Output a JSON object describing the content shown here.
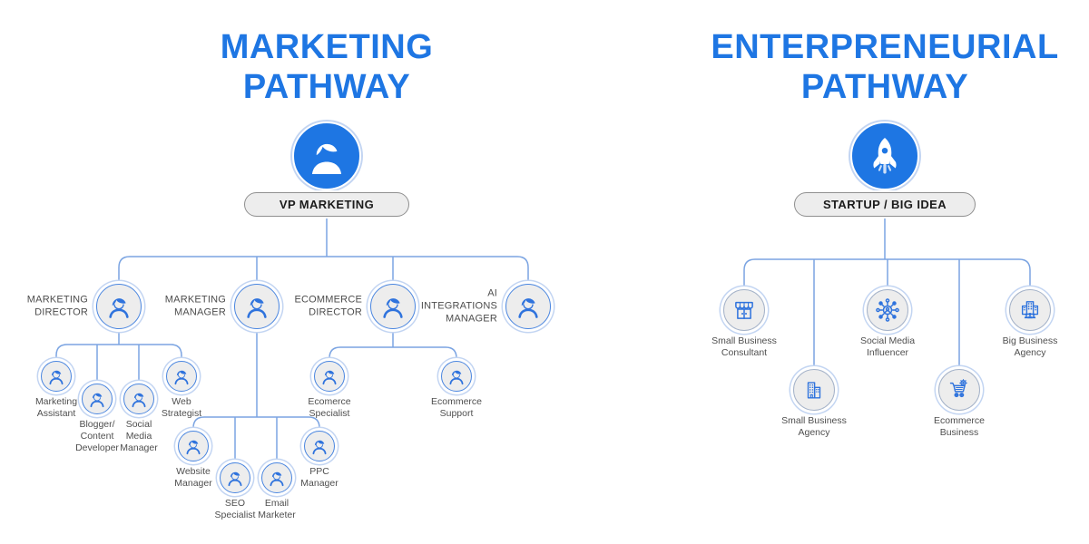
{
  "colors": {
    "accent_blue": "#1e76e3",
    "line_blue": "#7ba4e2",
    "icon_blue": "#2f73dd",
    "disc_gray": "#ededed"
  },
  "marketing_pathway": {
    "title": "MARKETING\nPATHWAY",
    "root_label": "VP MARKETING",
    "root_icon": "person-icon",
    "nodes": {
      "marketing_director": "MARKETING\nDIRECTOR",
      "marketing_manager": "MARKETING\nMANAGER",
      "ecommerce_director": "ECOMMERCE\nDIRECTOR",
      "ai_integrations_manager": "AI\nINTEGRATIONS\nMANAGER",
      "marketing_assistant": "Marketing\nAssistant",
      "blogger_content_developer": "Blogger/\nContent\nDeveloper",
      "social_media_manager": "Social\nMedia\nManager",
      "web_strategist": "Web\nStrategist",
      "website_manager": "Website\nManager",
      "seo_specialist": "SEO\nSpecialist",
      "email_marketer": "Email\nMarketer",
      "ppc_manager": "PPC\nManager",
      "ecomerce_specialist": "Ecomerce\nSpecialist",
      "ecommerce_support": "Ecommerce\nSupport"
    }
  },
  "entrepreneurial_pathway": {
    "title": "ENTERPRENEURIAL\nPATHWAY",
    "root_label": "STARTUP / BIG IDEA",
    "root_icon": "rocket-icon",
    "nodes": {
      "small_business_consultant": "Small Business\nConsultant",
      "social_media_influencer": "Social Media\nInfluencer",
      "big_business_agency": "Big Business\nAgency",
      "small_business_agency": "Small Business\nAgency",
      "ecommerce_business": "Ecommerce\nBusiness"
    }
  }
}
